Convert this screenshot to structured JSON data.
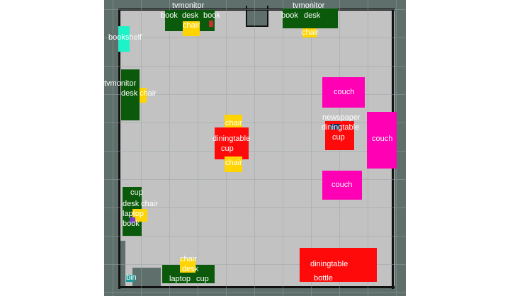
{
  "colors": {
    "background": "#5f706c",
    "floor": "#c2c2c2",
    "wall": "#111111",
    "desk": "#0b5a0b",
    "chair": "#ffd400",
    "couch": "#ff00b4",
    "diningtable": "#ff0a0a",
    "bookshelf": "#1ef2c8",
    "laptop": "#7a3cd0",
    "bin": "#1a9a9a",
    "book": "#c83030",
    "cup": "#3ac83a",
    "newspaper": "#1a2a5a",
    "label": "#ffffff"
  },
  "labels": {
    "tl_tvmonitor": "tvmonitor",
    "tl_book": "book",
    "tl_desk": "desk",
    "tl_chair": "chair",
    "tl_book2": "book",
    "tr_tvmonitor": "tvmonitor",
    "tr_book": "book",
    "tr_desk": "desk",
    "tr_chair": "chair",
    "bookshelf": "bookshelf",
    "l_tvmonitor": "tvmonitor",
    "l_desk": "desk",
    "l_chair": "chair",
    "c_chair1": "chair",
    "c_diningtable": "diningtable",
    "c_cup": "cup",
    "c_chair2": "chair",
    "couch1": "couch",
    "couch2": "couch",
    "couch3": "couch",
    "r_newspaper": "newspaper",
    "r_diningtable": "diningtable",
    "r_cup": "cup",
    "bl_cup": "cup",
    "bl_desk": "desk",
    "bl_chair": "chair",
    "bl_laptop": "laptop",
    "bl_book": "book",
    "b_chair": "chair",
    "b_desk": "desk",
    "b_laptop": "laptop",
    "b_cup": "cup",
    "br_diningtable": "diningtable",
    "br_bottle": "bottle",
    "bin": "bin"
  }
}
